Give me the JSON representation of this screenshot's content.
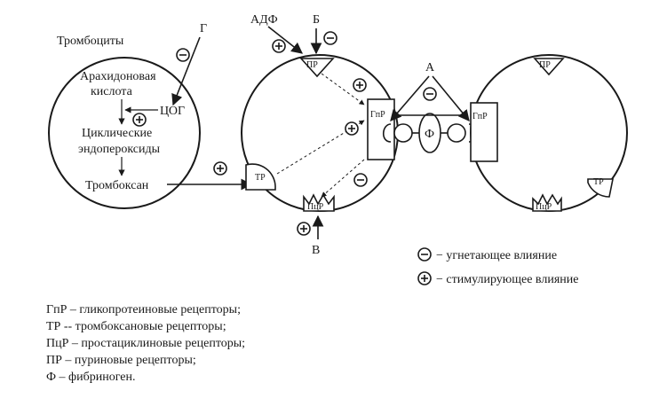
{
  "diagram": {
    "title": "Тромбоциты",
    "left_cell": {
      "arachidonic_line1": "Арахидоновая",
      "arachidonic_line2": "кислота",
      "cog": "ЦОГ",
      "endoperox_line1": "Циклические",
      "endoperox_line2": "эндопероксиды",
      "thromboxane": "Тромбоксан"
    },
    "labels": {
      "g": "Г",
      "adf": "АДФ",
      "b": "Б",
      "a": "А",
      "v": "В"
    },
    "receptors": {
      "pr": "ПР",
      "gpr": "ГпР",
      "tr": "ТР",
      "pcr": "ПцР"
    },
    "fibrinogen": "Ф",
    "signs": {
      "minus": "−",
      "plus": "+"
    },
    "legend": {
      "inhibit": "− угнетающее влияние",
      "stimulate": "− стимулирующее влияние"
    },
    "notes": [
      "ГпР – гликопротеиновые рецепторы;",
      "ТР -- тромбоксановые рецепторы;",
      "ПцР – простациклиновые рецепторы;",
      "ПР – пуриновые рецепторы;",
      "Ф – фибриноген."
    ]
  }
}
